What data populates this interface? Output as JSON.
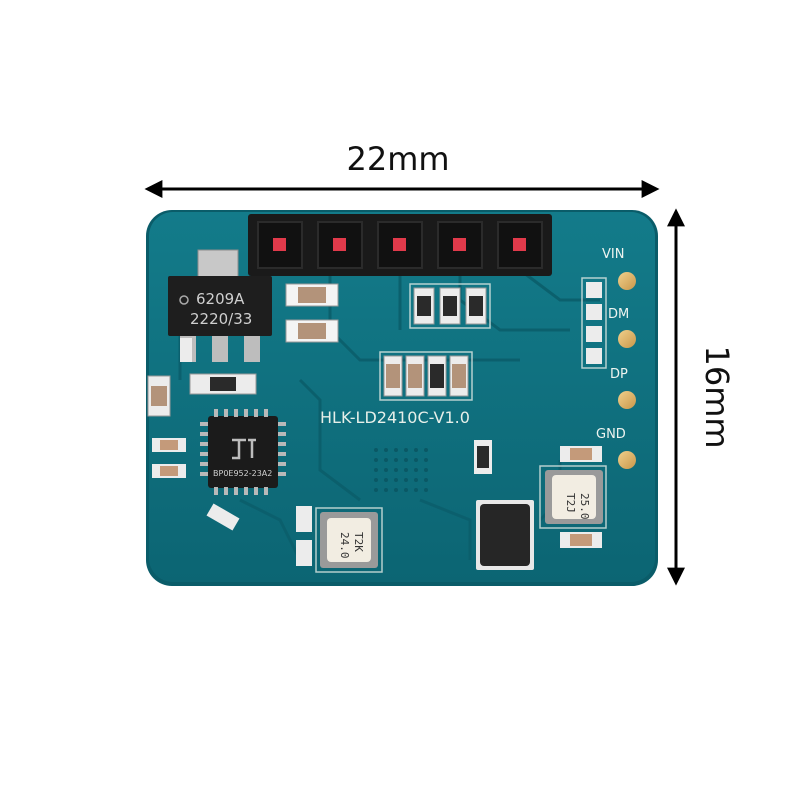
{
  "dimensions": {
    "width_label": "22mm",
    "height_label": "16mm"
  },
  "board": {
    "model_label": "HLK-LD2410C-V1.0",
    "pins": [
      "VIN",
      "DM",
      "DP",
      "GND"
    ],
    "regulator_marking": [
      "6209A",
      "2220/33"
    ],
    "mcu_marking": [
      "BP0E952-23A2"
    ],
    "crystal_top_marking": [
      "25.0",
      "T2J"
    ],
    "crystal_bottom_marking": [
      "24.0",
      "T2K"
    ]
  },
  "colors": {
    "pcb": "#0e6f7e",
    "pcb_edge": "#0a5c69",
    "gold": "#e2b866",
    "silkscreen": "#e6efe9",
    "header": "#1a1a1a"
  }
}
